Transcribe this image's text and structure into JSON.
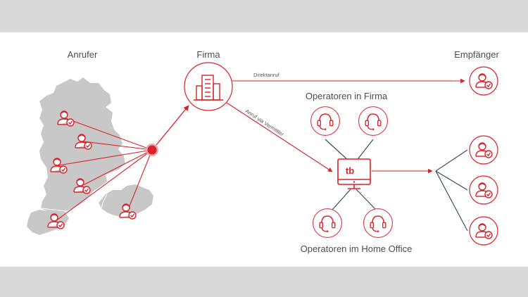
{
  "labels": {
    "callers": "Anrufer",
    "company": "Firma",
    "receiver": "Empfänger",
    "direct_call": "Direktanruf",
    "via_operator": "Anruf via Vermittler",
    "operators_office": "Operatoren in Firma",
    "operators_home": "Operatoren im Home Office",
    "logo_text": "tb"
  },
  "colors": {
    "accent": "#d9222a",
    "map": "#c8c8c8",
    "dark_line": "#3d4a5c",
    "band": "#d9d9d9",
    "text": "#4d4d4d"
  },
  "icons": {
    "caller": "person-check-icon",
    "company": "office-building-icon",
    "operator": "headset-icon",
    "switchboard": "monitor-icon",
    "receiver": "person-check-icon"
  }
}
